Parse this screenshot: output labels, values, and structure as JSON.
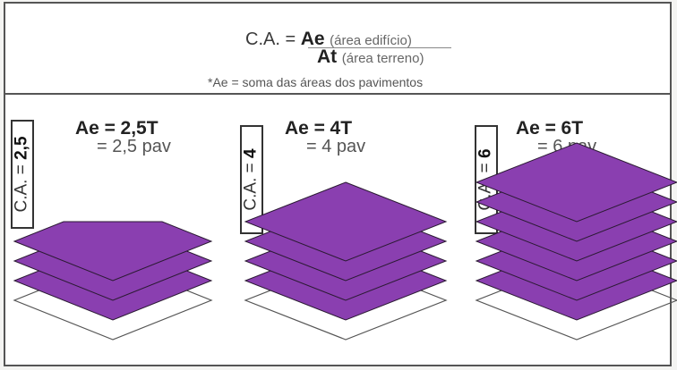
{
  "formula": {
    "lhs": "C.A. =",
    "numerator": "Ae",
    "numerator_note": "(área edifício)",
    "denominator": "At",
    "denominator_note": "(área terreno)",
    "footnote": "*Ae = soma das áreas dos pavimentos"
  },
  "panels": [
    {
      "ca_prefix": "C.A. =",
      "ca_value": "2,5",
      "ae_line": "Ae =",
      "ae_value": "2,5T",
      "pav_line": "= 2,5 pav",
      "floors": 2.5
    },
    {
      "ca_prefix": "C.A. =",
      "ca_value": "4",
      "ae_line": "Ae =",
      "ae_value": "4T",
      "pav_line": "= 4 pav",
      "floors": 4
    },
    {
      "ca_prefix": "C.A. =",
      "ca_value": "6",
      "ae_line": "Ae =",
      "ae_value": "6T",
      "pav_line": "= 6 pav",
      "floors": 6
    }
  ],
  "colors": {
    "floor_fill": "#8a3fb0",
    "floor_stroke": "#2b1a33",
    "lot_stroke": "#555555"
  }
}
